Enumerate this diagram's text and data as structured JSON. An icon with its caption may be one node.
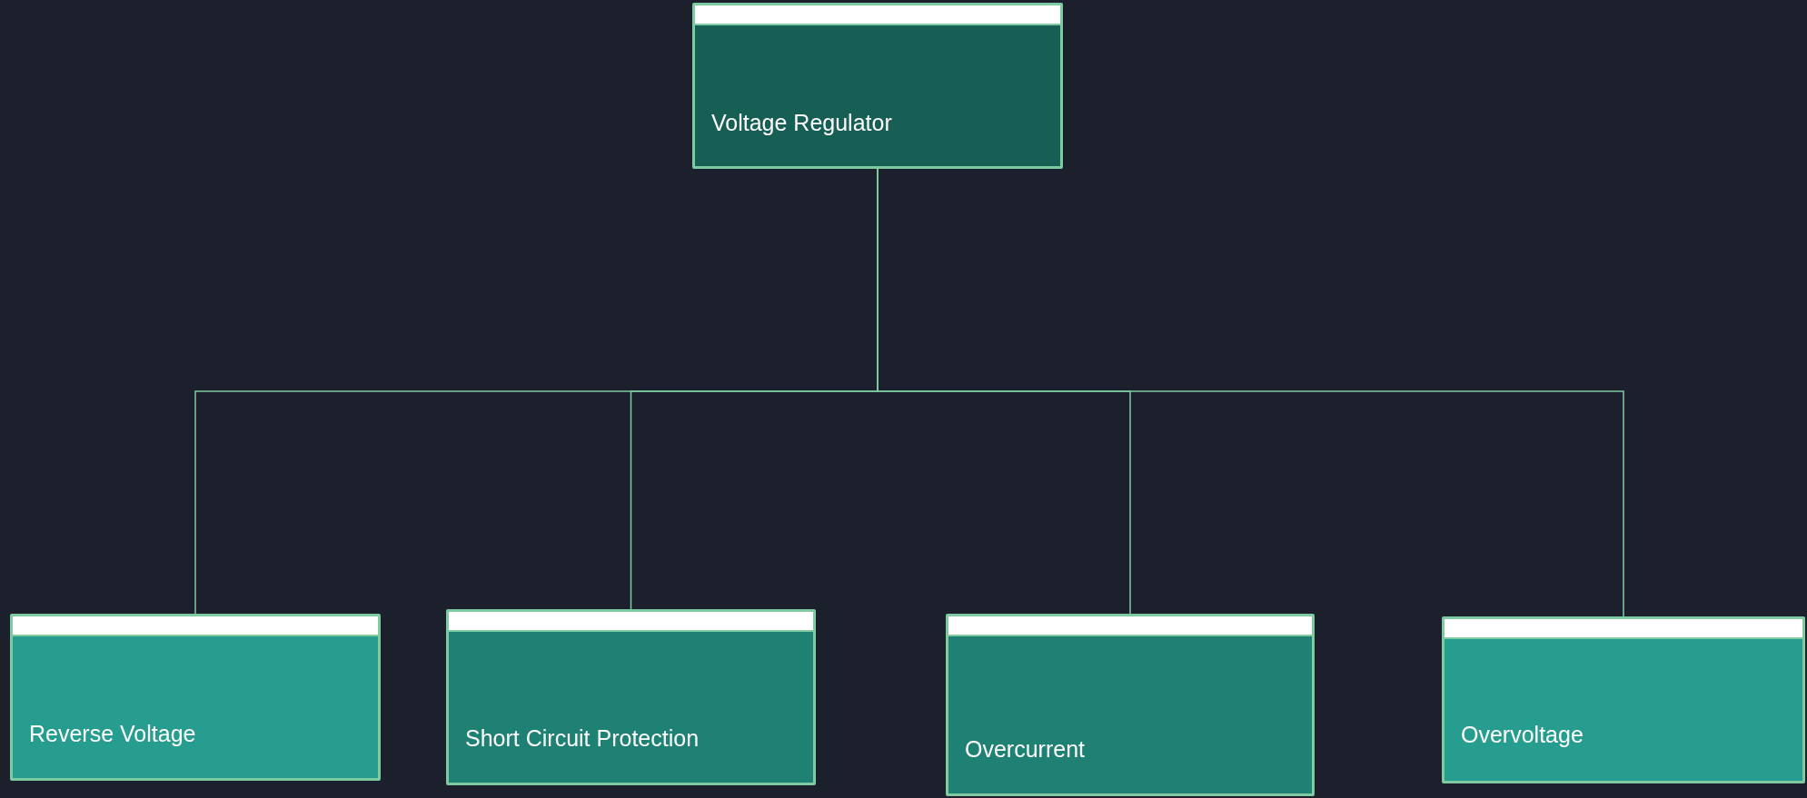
{
  "diagram": {
    "nodes": [
      {
        "text": [
          "Voltage Regulator"
        ]
      },
      {
        "text": [
          "Reverse Voltage"
        ]
      },
      {
        "text": [
          "Short Circuit Protection"
        ]
      },
      {
        "text": [
          "Overcurrent"
        ]
      },
      {
        "text": [
          "Overvoltage"
        ]
      }
    ],
    "edges": [
      {
        "from": 0,
        "to": 1,
        "arrow": "none"
      },
      {
        "from": 0,
        "to": 2,
        "arrow": "none"
      },
      {
        "from": 0,
        "to": 3,
        "arrow": "none"
      },
      {
        "from": 0,
        "to": 4,
        "arrow": "none"
      }
    ]
  }
}
